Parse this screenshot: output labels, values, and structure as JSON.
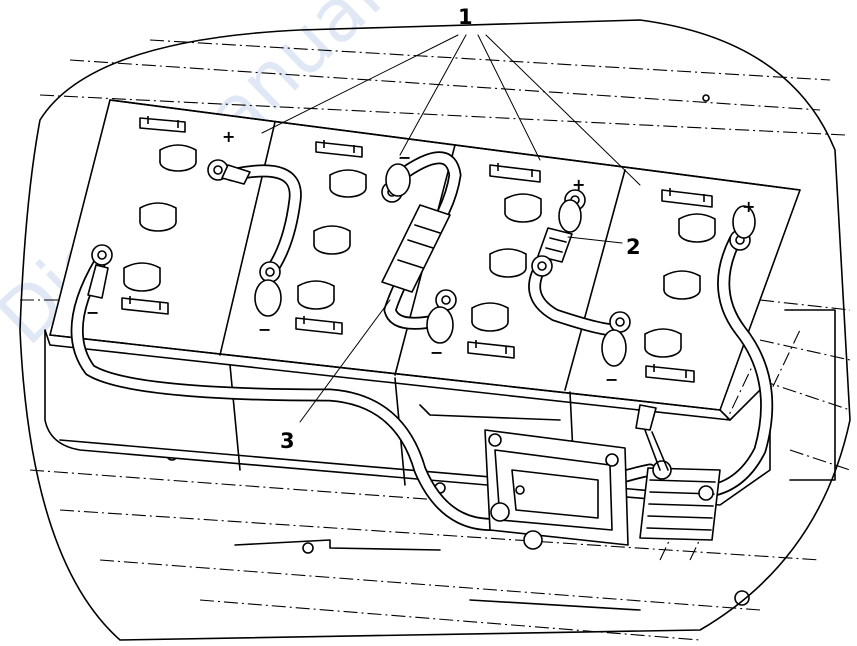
{
  "figure": {
    "callouts": [
      "1",
      "2",
      "3"
    ],
    "terminal_marks": {
      "positive": "+",
      "negative": "−"
    },
    "watermark": "DieselManual.com"
  }
}
